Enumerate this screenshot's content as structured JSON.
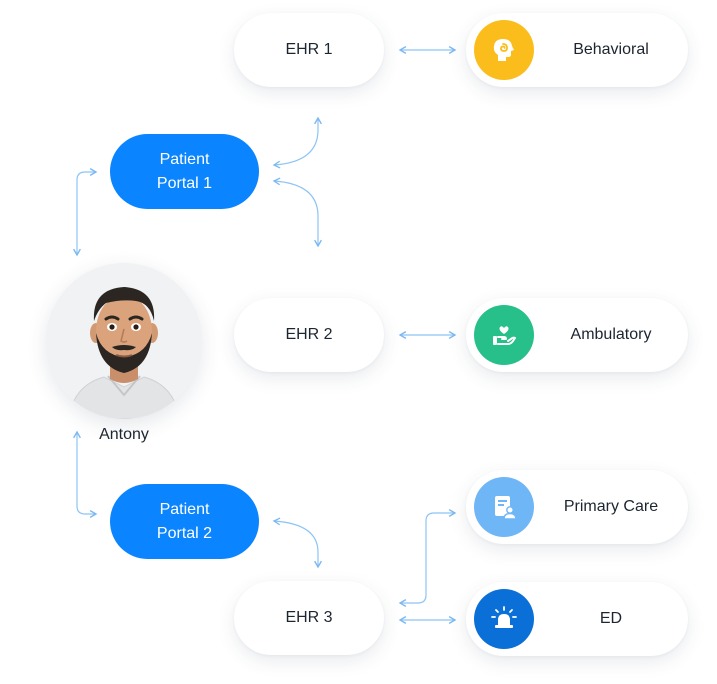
{
  "person": {
    "name": "Antony"
  },
  "portals": [
    {
      "line1": "Patient",
      "line2": "Portal 1"
    },
    {
      "line1": "Patient",
      "line2": "Portal 2"
    }
  ],
  "ehrs": [
    {
      "label": "EHR 1"
    },
    {
      "label": "EHR 2"
    },
    {
      "label": "EHR 3"
    }
  ],
  "departments": [
    {
      "label": "Behavioral",
      "icon": "head-brain-icon",
      "color": "#fbbd1b"
    },
    {
      "label": "Ambulatory",
      "icon": "hand-heart-icon",
      "color": "#28c08a"
    },
    {
      "label": "Primary Care",
      "icon": "medical-record-icon",
      "color": "#6fb6f7"
    },
    {
      "label": "ED",
      "icon": "siren-icon",
      "color": "#0b6fd8"
    }
  ],
  "colors": {
    "accent": "#0a84ff",
    "connector": "#8cc4f5"
  }
}
